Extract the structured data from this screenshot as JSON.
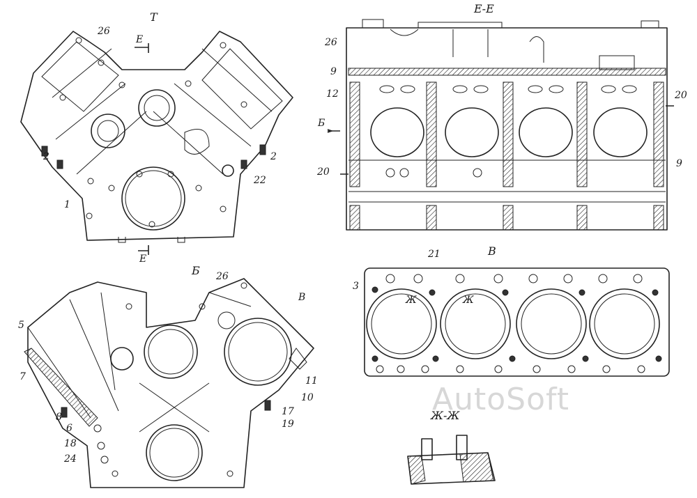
{
  "views": {
    "top_left_title": "Т",
    "top_right_title": "Е-Е",
    "bottom_left_title": "Б",
    "gasket_title": "В",
    "section_title": "Ж-Ж"
  },
  "callouts": {
    "tl_26": "26",
    "tl_e_top": "Е",
    "tl_e_bottom": "Е",
    "tl_2_left": "2",
    "tl_1": "1",
    "tl_2_right": "2",
    "tl_22": "22",
    "tr_26": "26",
    "tr_9_top": "9",
    "tr_12": "12",
    "tr_b": "Б",
    "tr_20_left": "20",
    "tr_20_right": "20",
    "tr_9_right": "9",
    "bl_26": "26",
    "bl_v": "В",
    "bl_5": "5",
    "bl_7": "7",
    "bl_8": "8",
    "bl_6": "6",
    "bl_18": "18",
    "bl_24": "24",
    "bl_11": "11",
    "bl_10": "10",
    "bl_17": "17",
    "bl_19": "19",
    "g_3": "3",
    "g_21": "21",
    "g_zh_left": "Ж",
    "g_zh_right": "Ж"
  },
  "watermark": "AutoSoft"
}
